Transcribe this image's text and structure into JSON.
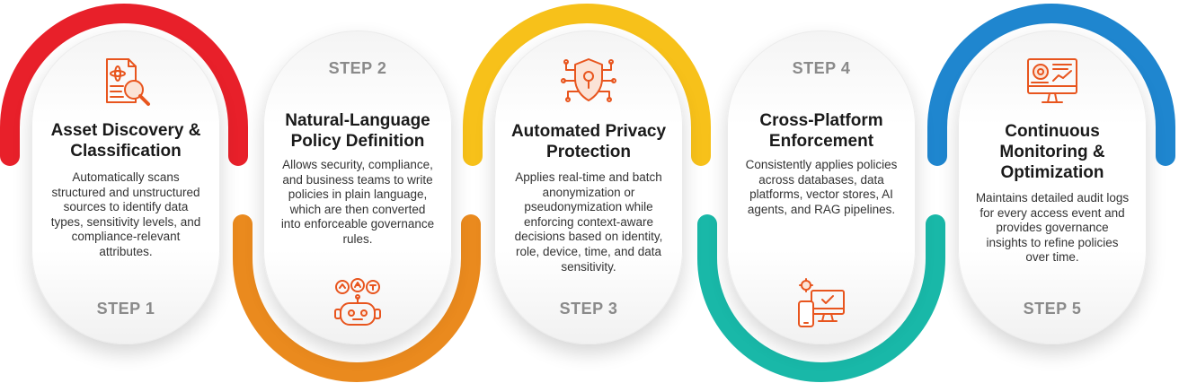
{
  "colors": {
    "step1": "#e8202a",
    "step2": "#ea8a1e",
    "step3": "#f7c11a",
    "step4": "#19b8a8",
    "step5": "#1f86cf",
    "icon": "#e8551e"
  },
  "steps": [
    {
      "step_label": "STEP 1",
      "title": "Asset Discovery & Classification",
      "description": "Automatically scans structured and unstructured sources to identify data types, sensitivity levels, and compliance-relevant attributes.",
      "icon": "document-search-icon"
    },
    {
      "step_label": "STEP 2",
      "title": "Natural-Language Policy Definition",
      "description": "Allows security, compliance, and business teams to write policies in plain language, which are then converted into enforceable governance rules.",
      "icon": "robot-translate-icon"
    },
    {
      "step_label": "STEP 3",
      "title": "Automated Privacy Protection",
      "description": "Applies real-time and batch anonymization or pseudonymization while enforcing context-aware decisions based on identity, role, device, time, and data sensitivity.",
      "icon": "shield-lock-circuit-icon"
    },
    {
      "step_label": "STEP 4",
      "title": "Cross-Platform Enforcement",
      "description": "Consistently applies policies across databases, data platforms, vector stores, AI agents, and RAG pipelines.",
      "icon": "devices-icon"
    },
    {
      "step_label": "STEP 5",
      "title": "Continuous Monitoring & Optimization",
      "description": "Maintains detailed audit logs for every access event and provides governance insights to refine policies over time.",
      "icon": "monitor-dashboard-icon"
    }
  ]
}
